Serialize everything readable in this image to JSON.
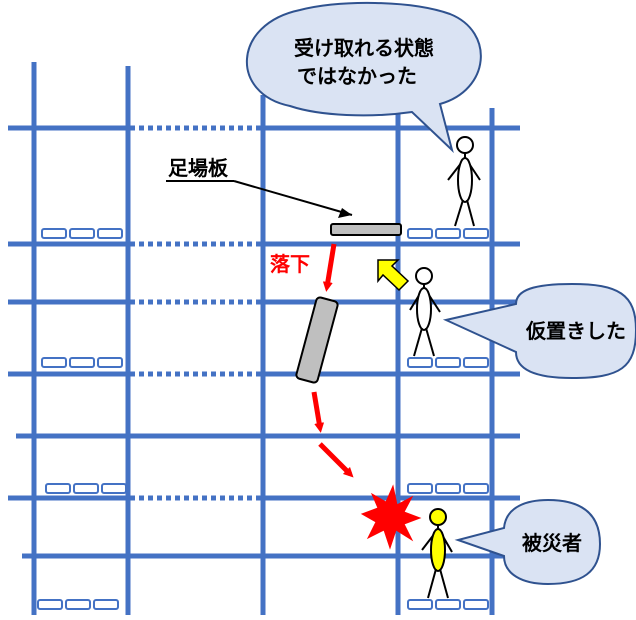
{
  "labels": {
    "plank": "足場板",
    "fall": "落下",
    "bubble_top_line1": "受け取れる状態",
    "bubble_top_line2": "ではなかった",
    "bubble_middle": "仮置きした",
    "bubble_bottom": "被災者"
  },
  "colors": {
    "scaffold": "#4472c4",
    "arrow_fall": "#ff0000",
    "arrow_place": "#ffff00",
    "victim": "#ffff00",
    "impact": "#ff0000",
    "plank": "#bfbfbf"
  }
}
